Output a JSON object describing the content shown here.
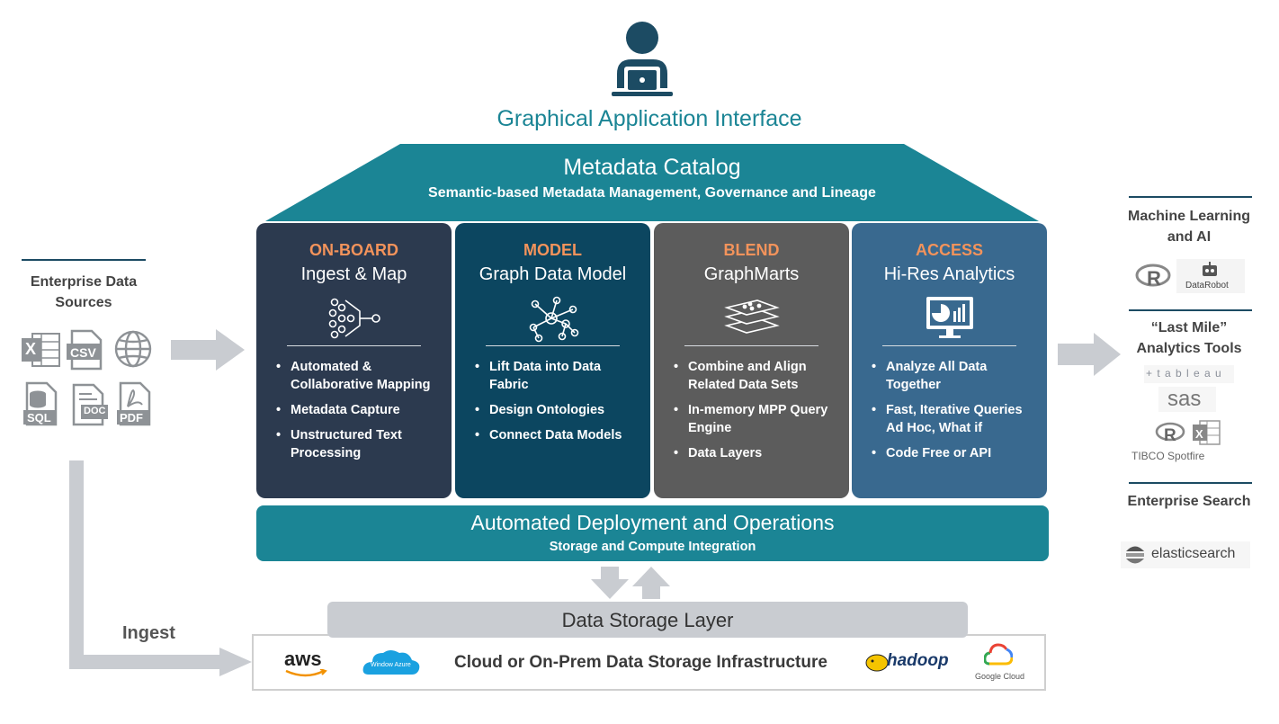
{
  "top": {
    "title": "Graphical Application Interface",
    "icon": "user-laptop-icon"
  },
  "roof": {
    "title": "Metadata Catalog",
    "subtitle": "Semantic-based Metadata Management, Governance and Lineage",
    "color": "#1b8595"
  },
  "columns": [
    {
      "head": "ON-BOARD",
      "title": "Ingest & Map",
      "icon": "funnel-icon",
      "color": "#2c3a4f",
      "items": [
        "Automated & Collaborative Mapping",
        "Metadata Capture",
        "Unstructured Text Processing"
      ]
    },
    {
      "head": "MODEL",
      "title": "Graph Data Model",
      "icon": "graph-network-icon",
      "color": "#0c4660",
      "items": [
        "Lift Data into Data Fabric",
        "Design Ontologies",
        "Connect Data Models"
      ]
    },
    {
      "head": "BLEND",
      "title": "GraphMarts",
      "icon": "layers-icon",
      "color": "#5c5c5c",
      "items": [
        "Combine and Align Related Data Sets",
        "In-memory MPP Query Engine",
        "Data Layers"
      ]
    },
    {
      "head": "ACCESS",
      "title": "Hi-Res Analytics",
      "icon": "analytics-monitor-icon",
      "color": "#39698f",
      "items": [
        "Analyze All Data Together",
        "Fast, Iterative Queries Ad Hoc, What if",
        "Code Free or API"
      ]
    }
  ],
  "automation": {
    "title": "Automated Deployment and Operations",
    "subtitle": "Storage and Compute Integration"
  },
  "storage": {
    "title": "Data Storage Layer",
    "subtitle": "Cloud or On-Prem Data Storage Infrastructure",
    "logos": {
      "aws": "aws",
      "azure": "Window Azure",
      "hadoop": "hadoop",
      "google": "Google Cloud"
    }
  },
  "sources": {
    "title": "Enterprise Data Sources",
    "icons": [
      "excel-icon",
      "csv-file-icon",
      "globe-icon",
      "sql-database-icon",
      "doc-file-icon",
      "pdf-file-icon"
    ],
    "labels": {
      "excel": "X",
      "csv": "CSV",
      "sql": "SQL",
      "doc": "DOC",
      "pdf": "PDF"
    }
  },
  "ingest": {
    "label": "Ingest"
  },
  "right": {
    "ml": {
      "title": "Machine Learning and AI",
      "datarobot": "DataRobot"
    },
    "lastmile": {
      "title": "“Last Mile” Analytics Tools",
      "tableau": "+ t a b l e a u",
      "sas": "sas",
      "tibco": "TIBCO Spotfire"
    },
    "search": {
      "title": "Enterprise Search",
      "elastic": "elasticsearch"
    }
  },
  "colors": {
    "teal": "#1b8595",
    "orange": "#f3935b",
    "navy": "#1c4b63",
    "arrow_gray": "#c9ccd1"
  }
}
